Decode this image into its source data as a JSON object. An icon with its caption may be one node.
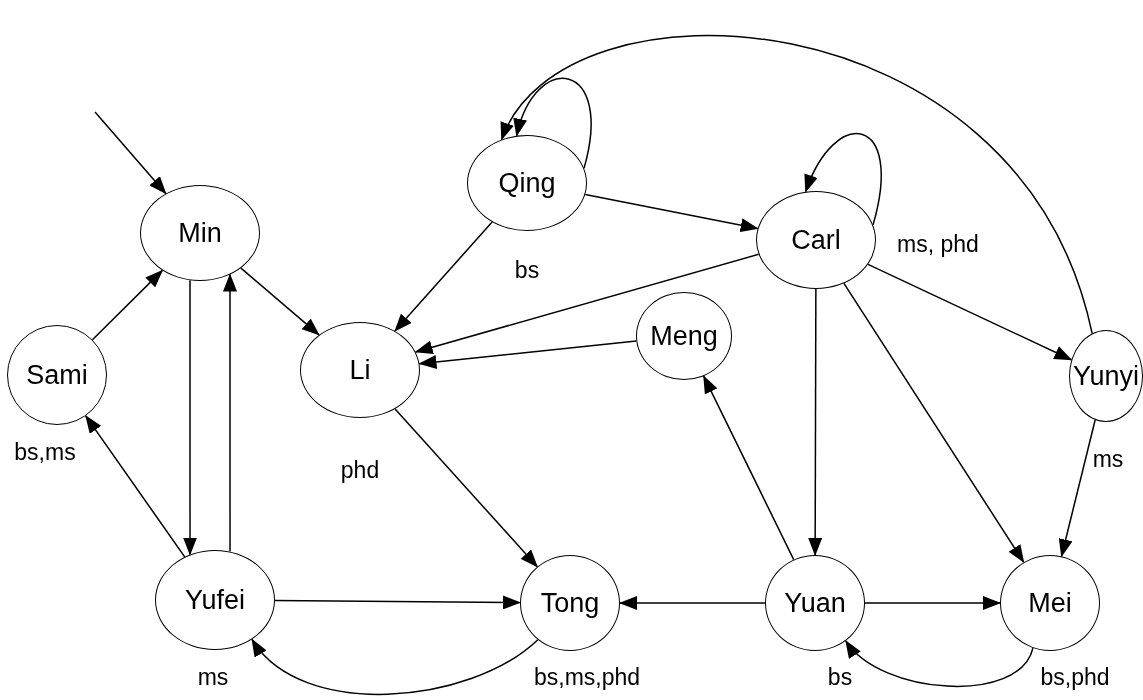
{
  "diagram": {
    "nodes": [
      {
        "text": [
          "Min"
        ]
      },
      {
        "text": [
          "Qing"
        ],
        "beside": [
          "bs"
        ]
      },
      {
        "text": [
          "Carl"
        ],
        "beside": [
          "ms, phd"
        ]
      },
      {
        "text": [
          "Sami"
        ],
        "beside": [
          "bs,ms"
        ]
      },
      {
        "text": [
          "Li"
        ],
        "beside": [
          "phd"
        ]
      },
      {
        "text": [
          "Meng"
        ]
      },
      {
        "text": [
          "Yunyi"
        ],
        "beside": [
          "ms"
        ]
      },
      {
        "text": [
          "Yufei"
        ],
        "beside": [
          "ms"
        ]
      },
      {
        "text": [
          "Tong"
        ],
        "beside": [
          "bs,ms,phd"
        ]
      },
      {
        "text": [
          "Yuan"
        ],
        "beside": [
          "bs"
        ]
      },
      {
        "text": [
          "Mei"
        ],
        "beside": [
          "bs,phd"
        ]
      }
    ],
    "edges": [
      {
        "from": null,
        "to": 0,
        "arrow": "to"
      },
      {
        "from": 3,
        "to": 0,
        "arrow": "to"
      },
      {
        "from": 0,
        "to": 7,
        "arrow": "to"
      },
      {
        "from": 7,
        "to": 0,
        "arrow": "to"
      },
      {
        "from": 0,
        "to": 4,
        "arrow": "to"
      },
      {
        "from": 7,
        "to": 3,
        "arrow": "to"
      },
      {
        "from": 7,
        "to": 8,
        "arrow": "to"
      },
      {
        "from": 8,
        "to": 7,
        "arrow": "to"
      },
      {
        "from": 1,
        "to": 1,
        "arrow": "to"
      },
      {
        "from": 1,
        "to": 2,
        "arrow": "to"
      },
      {
        "from": 1,
        "to": 4,
        "arrow": "to"
      },
      {
        "from": 2,
        "to": 2,
        "arrow": "to"
      },
      {
        "from": 2,
        "to": 4,
        "arrow": "to"
      },
      {
        "from": 2,
        "to": 9,
        "arrow": "to"
      },
      {
        "from": 2,
        "to": 10,
        "arrow": "to"
      },
      {
        "from": 2,
        "to": 6,
        "arrow": "to"
      },
      {
        "from": 6,
        "to": 1,
        "arrow": "to"
      },
      {
        "from": 6,
        "to": 10,
        "arrow": "to"
      },
      {
        "from": 5,
        "to": 4,
        "arrow": "to"
      },
      {
        "from": 4,
        "to": 8,
        "arrow": "to"
      },
      {
        "from": 9,
        "to": 5,
        "arrow": "to"
      },
      {
        "from": 9,
        "to": 8,
        "arrow": "to"
      },
      {
        "from": 9,
        "to": 10,
        "arrow": "to"
      },
      {
        "from": 10,
        "to": 9,
        "arrow": "to"
      }
    ]
  }
}
